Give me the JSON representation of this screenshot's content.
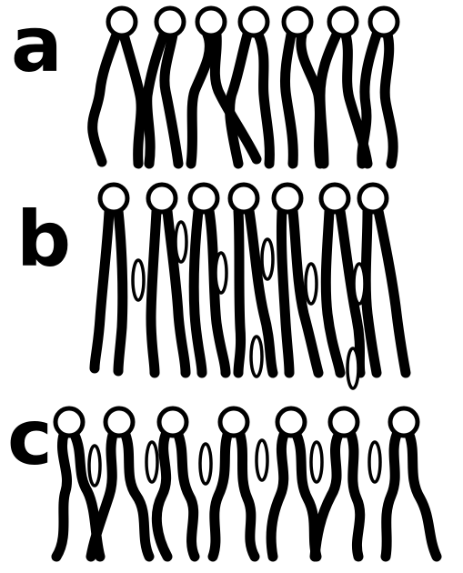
{
  "panels": [
    {
      "label": "a",
      "lipid_count": 7,
      "sterol_count": 0
    },
    {
      "label": "b",
      "lipid_count": 7,
      "sterol_count": 8
    },
    {
      "label": "c",
      "lipid_count": 7,
      "sterol_count": 6
    }
  ]
}
